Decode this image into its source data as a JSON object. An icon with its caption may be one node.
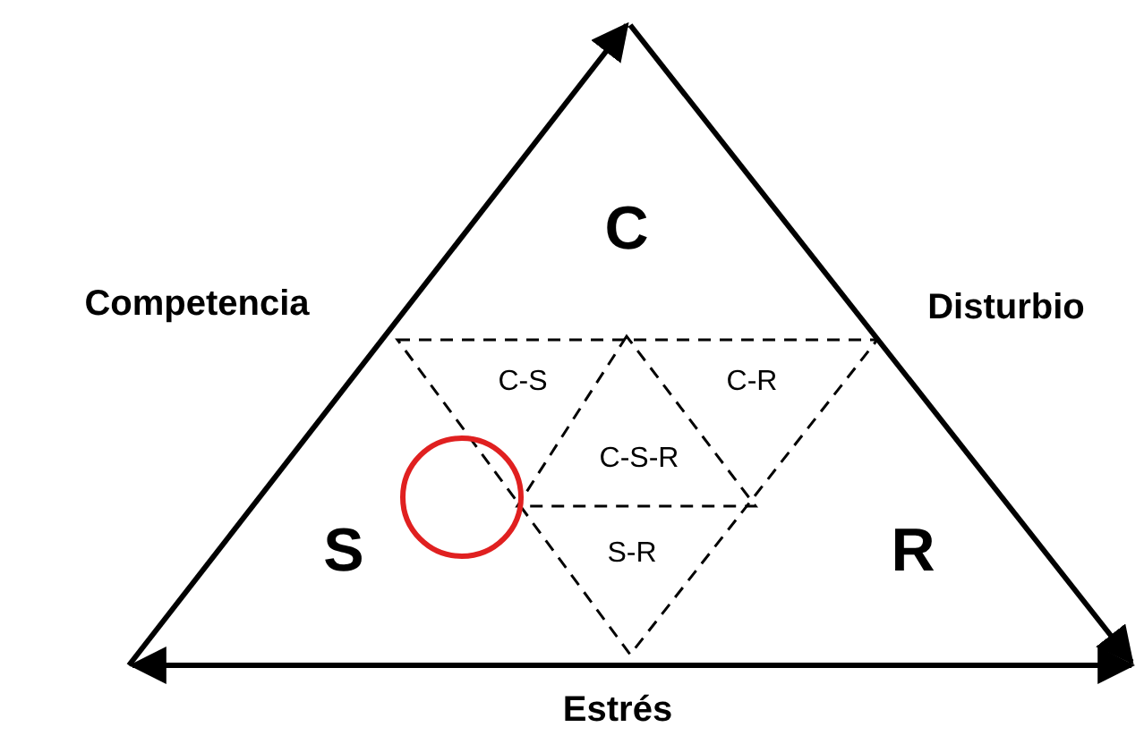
{
  "diagram": {
    "labels": [
      "C",
      "Competencia",
      "Disturbio",
      "C-S",
      "C-R",
      "C-S-R",
      "S",
      "S-R",
      "R",
      "Estrés"
    ]
  }
}
